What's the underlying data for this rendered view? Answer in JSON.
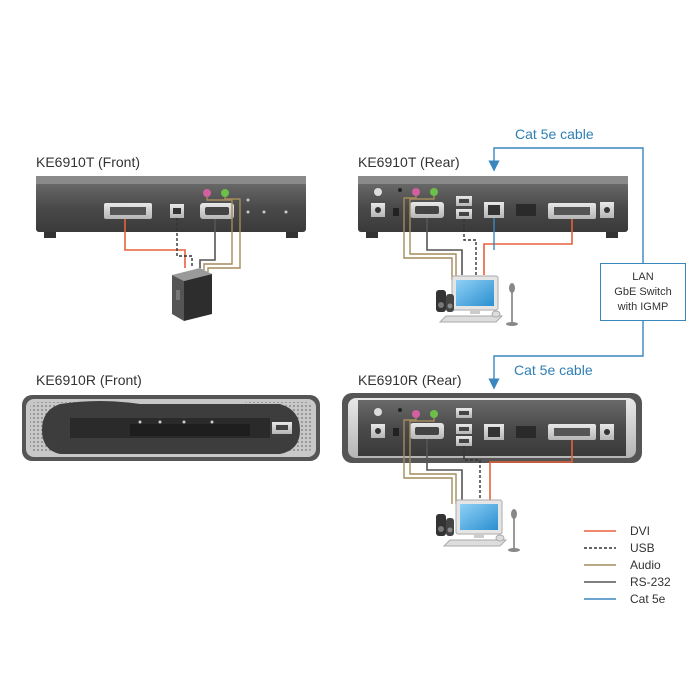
{
  "labels": {
    "t_front": "KE6910T (Front)",
    "t_rear": "KE6910T (Rear)",
    "r_front": "KE6910R (Front)",
    "r_rear": "KE6910R (Rear)",
    "cat_top": "Cat 5e cable",
    "cat_bottom": "Cat 5e cable"
  },
  "switch": {
    "line1": "LAN",
    "line2": "GbE Switch",
    "line3": "with IGMP"
  },
  "legend": [
    {
      "label": "DVI",
      "color": "#e8603c",
      "style": "solid"
    },
    {
      "label": "USB",
      "color": "#333333",
      "style": "dashed"
    },
    {
      "label": "Audio",
      "color": "#a48b5c",
      "style": "solid"
    },
    {
      "label": "RS-232",
      "color": "#555555",
      "style": "solid"
    },
    {
      "label": "Cat 5e",
      "color": "#3a86bf",
      "style": "solid"
    }
  ],
  "colors": {
    "dvi": "#e8603c",
    "usb": "#333333",
    "audio": "#a48b5c",
    "rs232": "#555555",
    "cat5e": "#3a86bf"
  }
}
